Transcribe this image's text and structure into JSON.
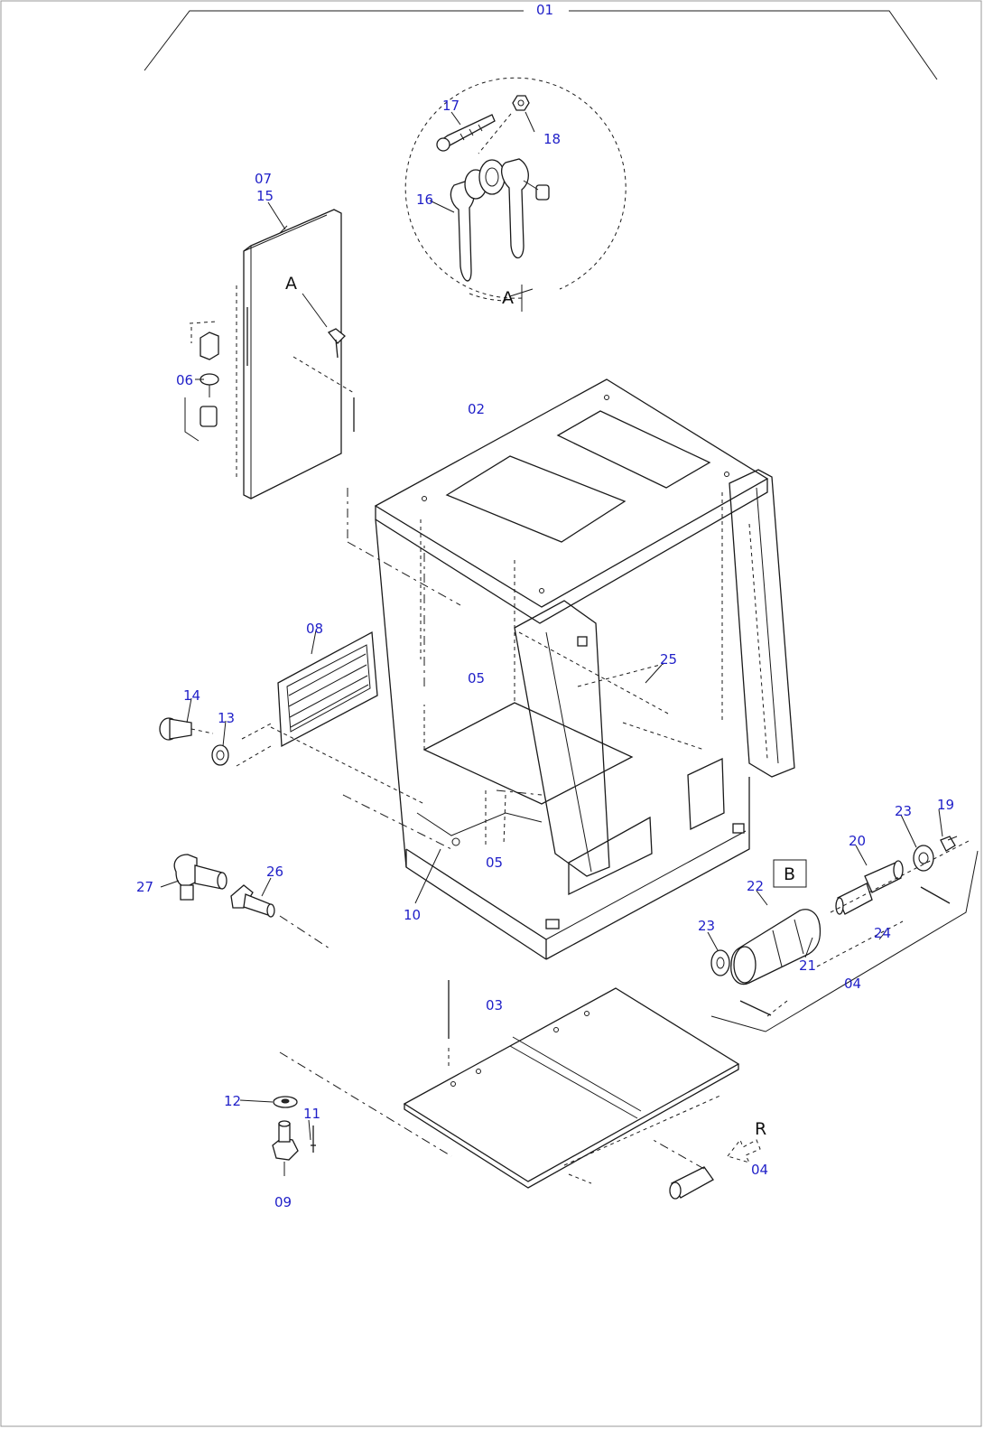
{
  "callouts": {
    "c01": "01",
    "c02": "02",
    "c03": "03",
    "c04a": "04",
    "c04b": "04",
    "c05a": "05",
    "c05b": "05",
    "c06": "06",
    "c07": "07",
    "c08": "08",
    "c09": "09",
    "c10": "10",
    "c11": "11",
    "c12": "12",
    "c13": "13",
    "c14": "14",
    "c15": "15",
    "c16": "16",
    "c17": "17",
    "c18": "18",
    "c19": "19",
    "c20": "20",
    "c21": "21",
    "c22": "22",
    "c23a": "23",
    "c23b": "23",
    "c24": "24",
    "c25": "25",
    "c26": "26",
    "c27": "27"
  },
  "view_labels": {
    "detail_a_top": "A",
    "detail_a_door": "A",
    "view_b": "B",
    "view_r": "R"
  },
  "colors": {
    "callout": "#1f1fc8",
    "line": "#1a1a1a",
    "background": "#ffffff"
  }
}
